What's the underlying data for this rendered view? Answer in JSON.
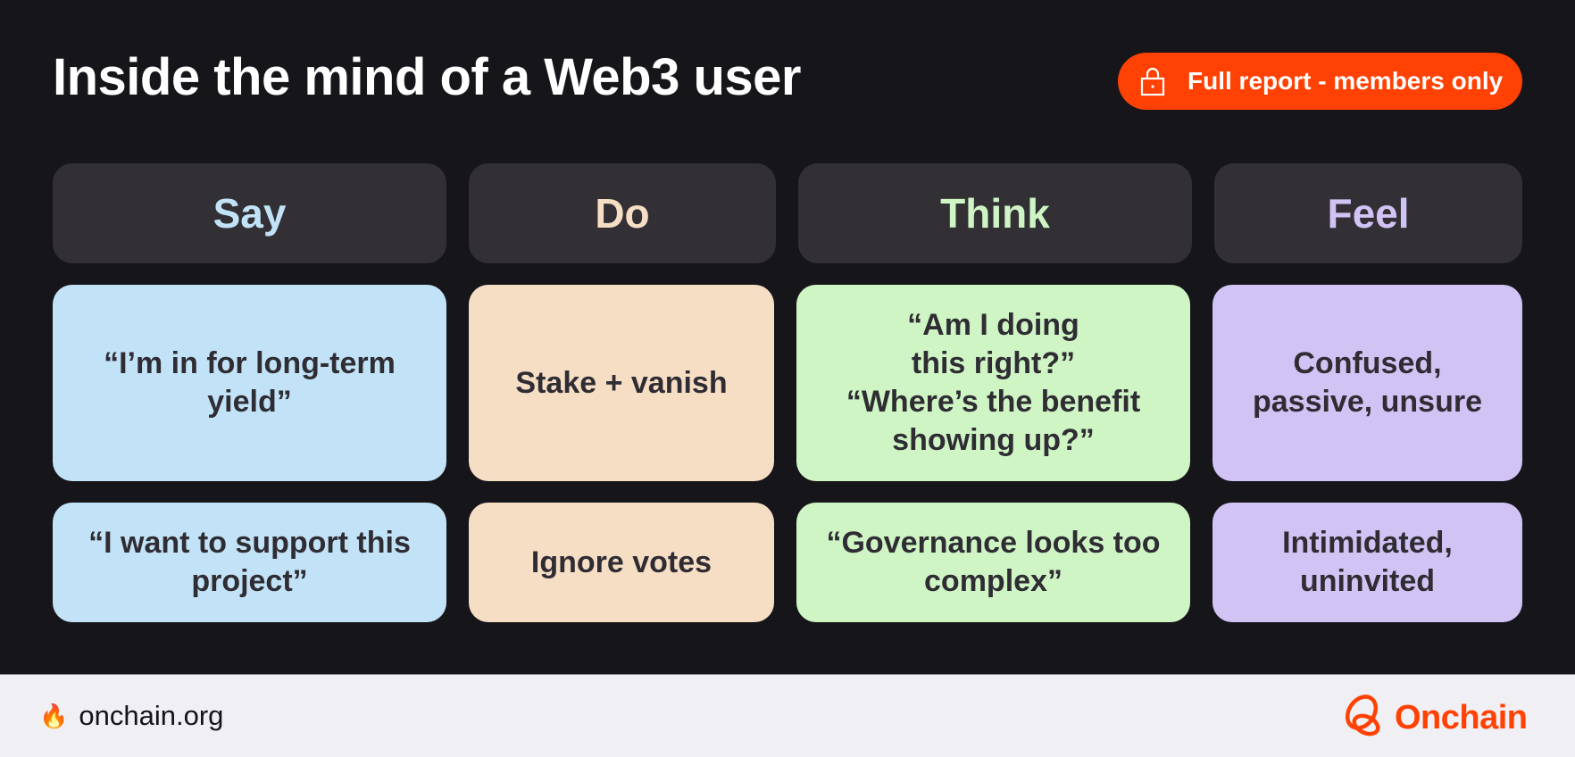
{
  "header": {
    "title": "Inside the mind of a Web3 user",
    "badge": {
      "icon": "lock-icon",
      "label": "Full report - members only",
      "color": "#ff4103"
    }
  },
  "columns": [
    {
      "id": "say",
      "label": "Say",
      "label_color": "#c2e3f7",
      "card_color": "#c2e3f7",
      "cards": [
        "“I’m in for long-term yield”",
        "“I want to support this project”"
      ]
    },
    {
      "id": "do",
      "label": "Do",
      "label_color": "#f6dec5",
      "card_color": "#f6dec5",
      "cards": [
        "Stake + vanish",
        "Ignore votes"
      ]
    },
    {
      "id": "think",
      "label": "Think",
      "label_color": "#cff5c5",
      "card_color": "#cff5c5",
      "cards": [
        "“Am I doing\nthis right?”\n“Where’s the benefit\nshowing up?”",
        "“Governance looks too complex”"
      ]
    },
    {
      "id": "feel",
      "label": "Feel",
      "label_color": "#d2c3f5",
      "card_color": "#d2c3f5",
      "cards": [
        "Confused,\npassive, unsure",
        "Intimidated,\nuninvited"
      ]
    }
  ],
  "footer": {
    "site_icon": "fire-emoji",
    "site": "onchain.org",
    "brand": "Onchain",
    "brand_color": "#ff4103"
  }
}
